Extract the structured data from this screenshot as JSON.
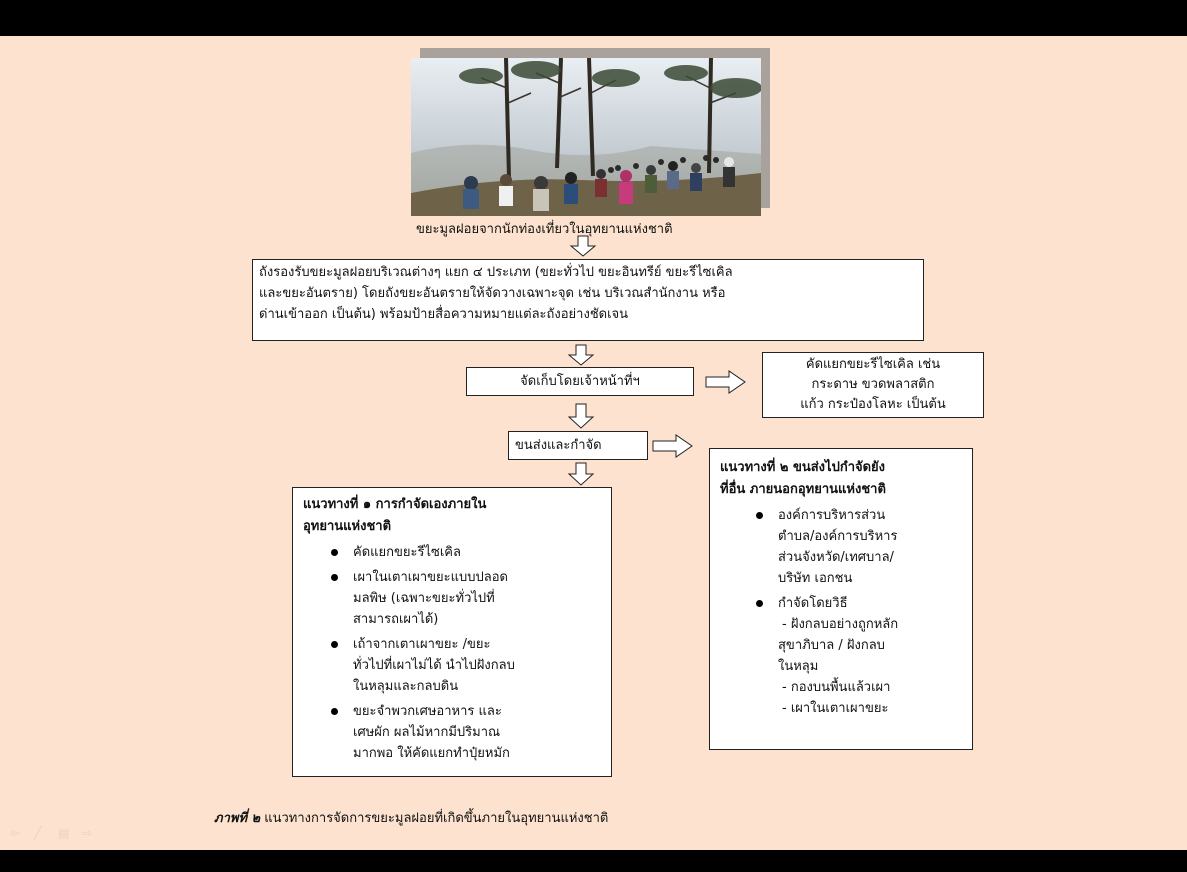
{
  "photo": {
    "alt_icon": "tourists-photo"
  },
  "caption_top": "ขยะมูลฝอยจากนักท่องเที่ยวในอุทยานแห่งชาติ",
  "main_box": {
    "lines": [
      "ถังรองรับขยะมูลฝอยบริเวณต่างๆ แยก ๔ ประเภท (ขยะทั่วไป ขยะอินทรีย์ ขยะรีไซเคิล",
      "และขยะอันตราย) โดยถังขยะอันตรายให้จัดวางเฉพาะจุด เช่น บริเวณสำนักงาน หรือ",
      "ด่านเข้าออก เป็นต้น) พร้อมป้ายสื่อความหมายแต่ละถังอย่างชัดเจน"
    ]
  },
  "collect_box": "จัดเก็บโดยเจ้าหน้าที่ฯ",
  "recycle_box": {
    "lines": [
      "คัดแยกขยะรีไซเคิล เช่น",
      "กระดาษ ขวดพลาสติก",
      "แก้ว กระป๋องโลหะ เป็นต้น"
    ]
  },
  "transport_box": "ขนส่งและกำจัด",
  "left_box": {
    "heading": [
      "แนวทางที่ ๑ การกำจัดเองภายใน",
      "อุทยานแห่งชาติ"
    ],
    "items": [
      [
        "คัดแยกขยะรีไซเคิล"
      ],
      [
        "เผาในเตาเผาขยะแบบปลอด",
        "มลพิษ (เฉพาะขยะทั่วไปที่",
        "สามารถเผาได้)"
      ],
      [
        "เถ้าจากเตาเผาขยะ /ขยะ",
        "ทั่วไปที่เผาไม่ได้ นำไปฝังกลบ",
        "ในหลุมและกลบดิน"
      ],
      [
        "ขยะจำพวกเศษอาหาร และ",
        "เศษผัก ผลไม้หากมีปริมาณ",
        "มากพอ ให้คัดแยกทำปุ๋ยหมัก"
      ]
    ]
  },
  "right_box": {
    "heading": [
      "แนวทางที่ ๒ ขนส่งไปกำจัดยัง",
      "ที่อื่น ภายนอกอุทยานแห่งชาติ"
    ],
    "item1": [
      "องค์การบริหารส่วน",
      "ตำบล/องค์การบริหาร",
      "ส่วนจังหวัด/เทศบาล/",
      "บริษัท เอกชน"
    ],
    "item2_title": "กำจัดโดยวิธี",
    "item2_sub": [
      "- ฝังกลบอย่างถูกหลัก",
      "สุขาภิบาล / ฝังกลบ",
      "ในหลุม",
      "- กองบนพื้นแล้วเผา",
      "- เผาในเตาเผาขยะ"
    ]
  },
  "caption_bottom": {
    "label": "ภาพที่ ๒",
    "text": " แนวทางการจัดการขยะมูลฝอยที่เกิดขึ้นภายในอุทยานแห่งชาติ"
  },
  "nav": {
    "prev": "⇦",
    "pen": "╱",
    "menu": "▤",
    "next": "⇨"
  }
}
